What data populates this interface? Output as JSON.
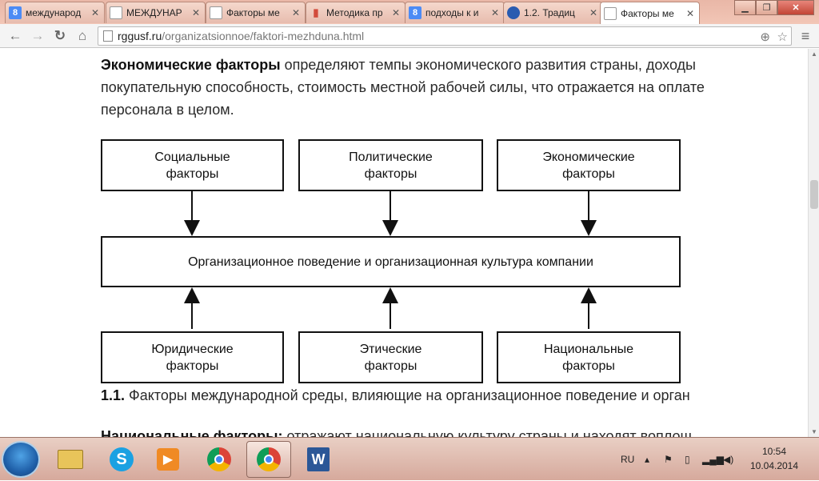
{
  "browser": {
    "tabs": [
      {
        "title": "международ",
        "favicon": "google-icon",
        "color": "#4c8bf5"
      },
      {
        "title": "МЕЖДУНАР",
        "favicon": "page-icon",
        "color": "#999999"
      },
      {
        "title": "Факторы ме",
        "favicon": "page-icon",
        "color": "#999999"
      },
      {
        "title": "Методика пр",
        "favicon": "bars-icon",
        "color": "#d24b3b"
      },
      {
        "title": "подходы к и",
        "favicon": "google-icon",
        "color": "#4c8bf5"
      },
      {
        "title": "1.2. Традиц",
        "favicon": "circle-icon",
        "color": "#2a5bb0"
      },
      {
        "title": "Факторы ме",
        "favicon": "page-icon",
        "color": "#999999",
        "active": true
      }
    ],
    "url_host": "rggusf.ru",
    "url_path": "/organizatsionnoe/faktori-mezhduna.html"
  },
  "article": {
    "para1_bold": "Экономические факторы",
    "para1_line1": " определяют темпы экономического развития страны, доходы",
    "para1_line2": "покупательную способность, стоимость местной рабочей силы, что отражается на оплате",
    "para1_line3": "персонала в целом.",
    "diagram": {
      "top": [
        {
          "line1": "Социальные",
          "line2": "факторы"
        },
        {
          "line1": "Политические",
          "line2": "факторы"
        },
        {
          "line1": "Экономические",
          "line2": "факторы"
        }
      ],
      "center": "Организационное поведение и организационная культура компании",
      "bottom": [
        {
          "line1": "Юридические",
          "line2": "факторы"
        },
        {
          "line1": "Этические",
          "line2": "факторы"
        },
        {
          "line1": "Национальные",
          "line2": "факторы"
        }
      ]
    },
    "caption_num": "1.1.",
    "caption_text": " Факторы международной среды, влияющие на организационное поведение и орган",
    "next_bold": "Национальные факторы:",
    "next_text": " отражают национальную культуру страны и находят воплощ"
  },
  "taskbar": {
    "apps": [
      "explorer-icon",
      "skype-icon",
      "media-player-icon",
      "chrome-icon",
      "chrome-icon",
      "word-icon"
    ],
    "lang": "RU",
    "time": "10:54",
    "date": "10.04.2014"
  }
}
